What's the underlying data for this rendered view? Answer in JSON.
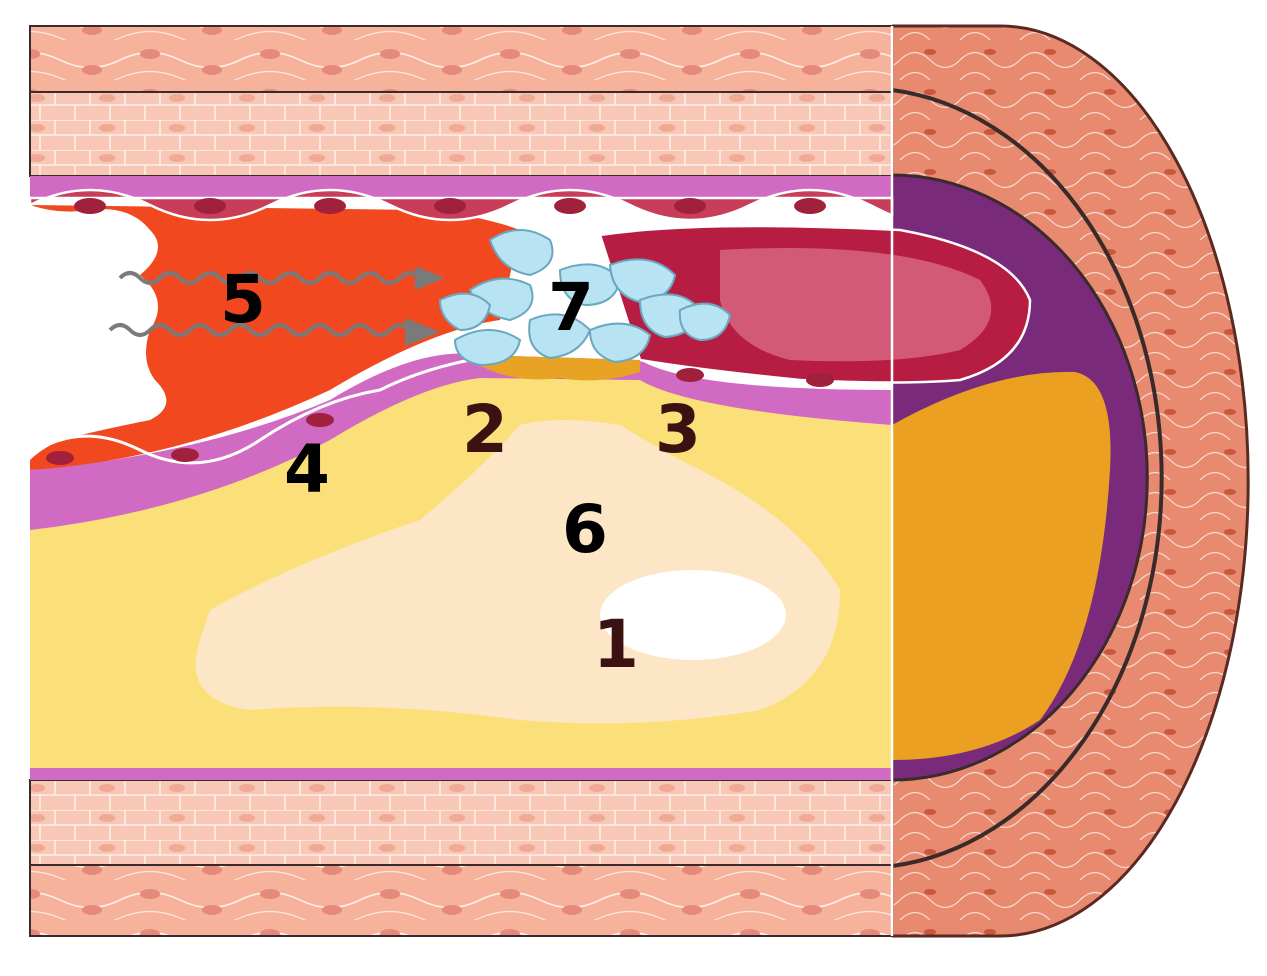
{
  "diagram": {
    "labels": [
      {
        "id": "1",
        "text": "1",
        "color": "#3a1212"
      },
      {
        "id": "2",
        "text": "2",
        "color": "#3a1212"
      },
      {
        "id": "3",
        "text": "3",
        "color": "#3a1212"
      },
      {
        "id": "4",
        "text": "4",
        "color": "#000000"
      },
      {
        "id": "5",
        "text": "5",
        "color": "#000000"
      },
      {
        "id": "6",
        "text": "6",
        "color": "#000000"
      },
      {
        "id": "7",
        "text": "7",
        "color": "#000000"
      }
    ],
    "colors": {
      "adventitia": "#f6b29b",
      "media": "#f9c3b0",
      "intima": "#d16ac2",
      "endothelium": "#c73d5a",
      "plaque": "#fbe07a",
      "lipid_core": "#fde6c6",
      "hematoma": "#f2481f",
      "thrombus": "#b7e3f2",
      "cap_orange": "#e8a224",
      "ring_purple": "#7a2a7a",
      "ring_outer": "#cf6b53"
    }
  }
}
